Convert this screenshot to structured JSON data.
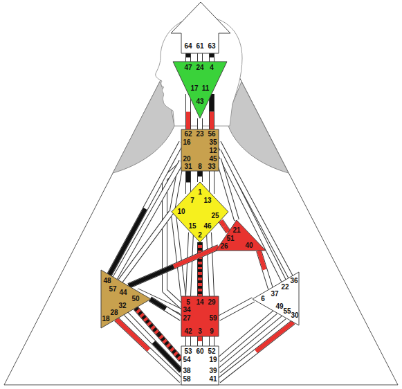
{
  "diagram": {
    "nodes": [
      {
        "text": [
          "64",
          "61",
          "63"
        ]
      },
      {
        "text": [
          "47",
          "24",
          "4",
          "17",
          "43",
          "11"
        ]
      },
      {
        "text": [
          "62",
          "23",
          "56",
          "16",
          "35",
          "12",
          "45",
          "20",
          "31",
          "8",
          "33"
        ]
      },
      {
        "text": [
          "1",
          "7",
          "13",
          "10",
          "25",
          "15",
          "46",
          "2"
        ]
      },
      {
        "text": [
          "21",
          "51",
          "26",
          "40"
        ]
      },
      {
        "text": [
          "48",
          "57",
          "44",
          "50",
          "32",
          "28",
          "18"
        ]
      },
      {
        "text": [
          "5",
          "14",
          "29",
          "34",
          "27",
          "59",
          "42",
          "3",
          "9"
        ]
      },
      {
        "text": [
          "36",
          "22",
          "37",
          "6",
          "49",
          "55",
          "30"
        ]
      },
      {
        "text": [
          "53",
          "60",
          "52",
          "54",
          "19",
          "38",
          "39",
          "58",
          "41"
        ]
      }
    ],
    "edges": [
      {
        "from": 0,
        "to": 1,
        "arrow": "none"
      },
      {
        "from": 0,
        "to": 1,
        "arrow": "none"
      },
      {
        "from": 0,
        "to": 1,
        "arrow": "none"
      },
      {
        "from": 1,
        "to": 2,
        "arrow": "none"
      },
      {
        "from": 1,
        "to": 2,
        "arrow": "none"
      },
      {
        "from": 1,
        "to": 2,
        "arrow": "none"
      },
      {
        "from": 2,
        "to": 3,
        "arrow": "none"
      },
      {
        "from": 2,
        "to": 3,
        "arrow": "none"
      },
      {
        "from": 2,
        "to": 3,
        "arrow": "none"
      },
      {
        "from": 2,
        "to": 3,
        "arrow": "none"
      },
      {
        "from": 2,
        "to": 6,
        "arrow": "none"
      },
      {
        "from": 2,
        "to": 5,
        "arrow": "none"
      },
      {
        "from": 2,
        "to": 5,
        "arrow": "none"
      },
      {
        "from": 2,
        "to": 7,
        "arrow": "none"
      },
      {
        "from": 2,
        "to": 7,
        "arrow": "none"
      },
      {
        "from": 2,
        "to": 4,
        "arrow": "none"
      },
      {
        "from": 3,
        "to": 4,
        "arrow": "none"
      },
      {
        "from": 3,
        "to": 6,
        "arrow": "none"
      },
      {
        "from": 3,
        "to": 6,
        "arrow": "none"
      },
      {
        "from": 3,
        "to": 6,
        "arrow": "none"
      },
      {
        "from": 3,
        "to": 5,
        "arrow": "none"
      },
      {
        "from": 3,
        "to": 6,
        "arrow": "none"
      },
      {
        "from": 4,
        "to": 5,
        "arrow": "none"
      },
      {
        "from": 4,
        "to": 7,
        "arrow": "none"
      },
      {
        "from": 5,
        "to": 6,
        "arrow": "none"
      },
      {
        "from": 5,
        "to": 6,
        "arrow": "none"
      },
      {
        "from": 5,
        "to": 8,
        "arrow": "none"
      },
      {
        "from": 5,
        "to": 8,
        "arrow": "none"
      },
      {
        "from": 5,
        "to": 8,
        "arrow": "none"
      },
      {
        "from": 6,
        "to": 8,
        "arrow": "none"
      },
      {
        "from": 6,
        "to": 8,
        "arrow": "none"
      },
      {
        "from": 6,
        "to": 8,
        "arrow": "none"
      },
      {
        "from": 6,
        "to": 7,
        "arrow": "none"
      },
      {
        "from": 7,
        "to": 8,
        "arrow": "none"
      },
      {
        "from": 7,
        "to": 8,
        "arrow": "none"
      },
      {
        "from": 7,
        "to": 8,
        "arrow": "none"
      }
    ]
  }
}
